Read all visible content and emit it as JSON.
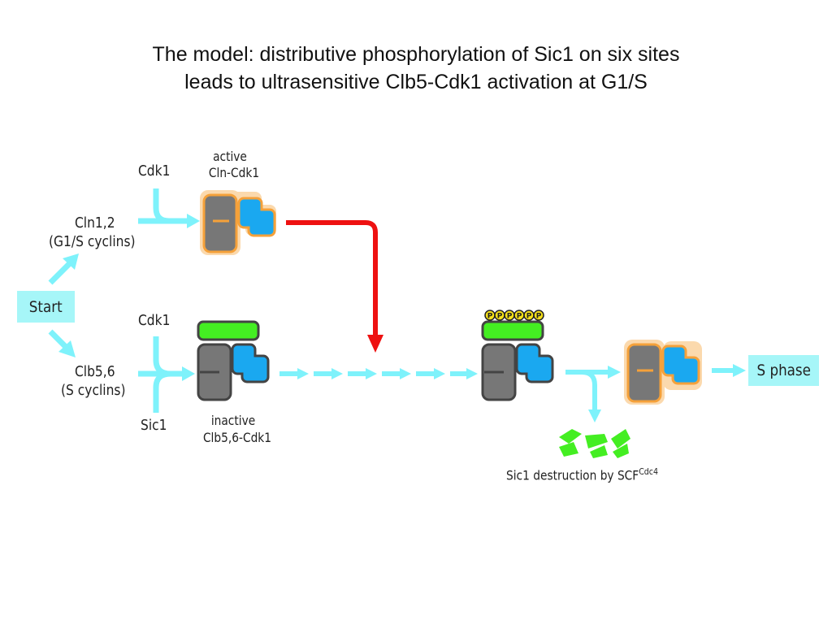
{
  "title": {
    "line1": "The model: distributive phosphorylation of Sic1 on six sites",
    "line2": "leads to ultrasensitive Clb5-Cdk1 activation at G1/S"
  },
  "labels": {
    "start": "Start",
    "cdk1_top": "Cdk1",
    "cln_line1": "Cln1,2",
    "cln_line2": "(G1/S cyclins)",
    "active_line1": "active",
    "active_line2": "Cln-Cdk1",
    "cdk1_bottom": "Cdk1",
    "clb_line1": "Clb5,6",
    "clb_line2": "(S cyclins)",
    "sic1": "Sic1",
    "inactive_line1": "inactive",
    "inactive_line2": "Clb5,6-Cdk1",
    "phospho_site": "P",
    "s_phase": "S phase",
    "destruction": "Sic1 destruction by SCF",
    "destruction_sup": "Cdc4"
  },
  "colors": {
    "arrow_cyan": "#7ef2fb",
    "box_cyan": "#a6f6f8",
    "red_arrow": "#ee1111",
    "cdk_gray": "#7a7a7a",
    "cyclin_blue": "#1aa8f0",
    "sic1_green": "#44ee22",
    "active_orange": "#f5a13a",
    "phospho_yellow": "#f5e01a"
  }
}
